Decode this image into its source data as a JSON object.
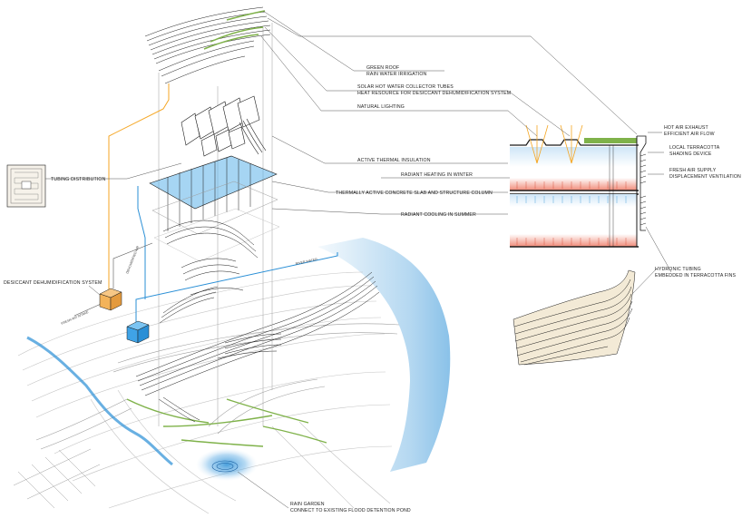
{
  "labels": {
    "green_roof_1": "GREEN ROOF",
    "green_roof_2": "RAIN WATER IRRIGATION",
    "solar_1": "SOLAR HOT WATER COLLECTOR TUBES",
    "solar_2": "HEAT RESOURCE FOR DESICCANT DEHUMIDIFICATION SYSTEM",
    "natural_lighting": "NATURAL LIGHTING",
    "active_insulation": "ACTIVE THERMAL INSULATION",
    "radiant_heating": "RADIANT HEATING IN WINTER",
    "thermally_active": "THERMALLY ACTIVE CONCRETE SLAB AND STRUCTURE COLUMN",
    "radiant_cooling": "RADIANT COOLING IN SUMMER",
    "hot_air_1": "HOT AIR EXHAUST",
    "hot_air_2": "EFFICIENT AIR FLOW",
    "terracotta_1": "LOCAL TERRACOTTA",
    "terracotta_2": "SHADING DEVICE",
    "fresh_air_1": "FRESH AIR SUPPLY",
    "fresh_air_2": "DISPLACEMENT VENTILATION",
    "hydronic_1": "HYDRONIC TUBING",
    "hydronic_2": "EMBEDDED IN TERRACOTTA FINS",
    "tubing_distribution": "TUBING DISTRIBUTION",
    "desiccant": "DESICCANT DEHUMIDIFICATION SYSTEM",
    "rain_garden_1": "RAIN GARDEN",
    "rain_garden_2": "CONNECT TO EXISTING FLOOD DETENTION POND",
    "fresh_air_intake": "FRESH AIR INTAKE",
    "dehumidified_air": "DEHUMIDIFIED AIR",
    "river_water": "RIVER WATER"
  },
  "colors": {
    "ink": "#1a1a1a",
    "green_roof": "#7fb24a",
    "water_blue": "#2a8fd6",
    "pale_blue": "#cfe6f7",
    "heating_red": "#f08a78",
    "solar_orange": "#f5a623",
    "box_orange": "#f3b35a"
  }
}
